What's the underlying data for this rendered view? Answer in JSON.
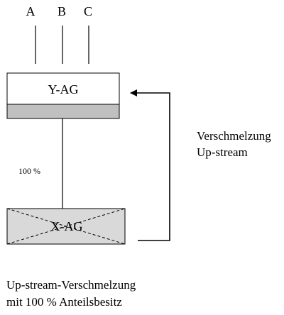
{
  "shareholders": [
    {
      "label": "A"
    },
    {
      "label": "B"
    },
    {
      "label": "C"
    }
  ],
  "parent": {
    "label": "Y-AG"
  },
  "subsidiary": {
    "label": "X-AG"
  },
  "ownership": {
    "label": "100 %"
  },
  "merger": {
    "line1": "Verschmelzung",
    "line2": "Up-stream"
  },
  "caption": {
    "line1": "Up-stream-Verschmelzung",
    "line2": "mit 100 % Anteilsbesitz"
  },
  "colors": {
    "line": "#000000",
    "parent_fill": "#ffffff",
    "parent_band": "#c0c0c0",
    "subsidiary_fill": "#d9d9d9"
  }
}
